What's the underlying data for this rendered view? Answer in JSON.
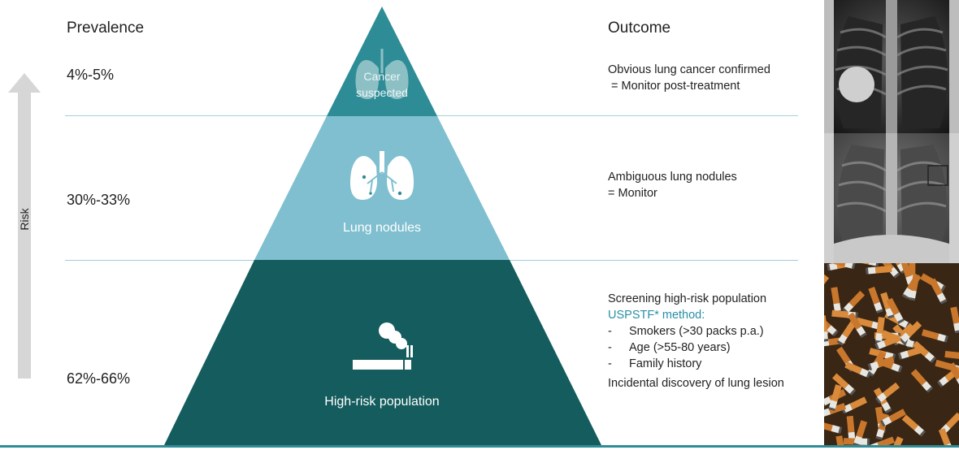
{
  "headers": {
    "prevalence": "Prevalence",
    "outcome": "Outcome"
  },
  "risk_axis": {
    "label": "Risk"
  },
  "tiers": [
    {
      "prevalence": "4%-5%",
      "label_line1": "Cancer",
      "label_line2": "suspected",
      "icon": "lungs-icon",
      "color": "#2e8c96"
    },
    {
      "prevalence": "30%-33%",
      "label": "Lung nodules",
      "icon": "lungs-icon",
      "color": "#7fbfcf"
    },
    {
      "prevalence": "62%-66%",
      "label": "High-risk population",
      "icon": "cigarette-icon",
      "color": "#145c5d"
    }
  ],
  "outcomes": {
    "top": {
      "line1": "Obvious lung cancer confirmed",
      "line2": " = Monitor post-treatment"
    },
    "middle": {
      "line1": "Ambiguous lung nodules",
      "line2": "= Monitor"
    },
    "bottom": {
      "line1": "Screening high-risk population",
      "method": "USPSTF* method:",
      "bullets": [
        "Smokers (>30 packs p.a.)",
        "Age (>55-80 years)",
        "Family history"
      ],
      "bullet_char": "-",
      "last": "Incidental discovery of lung lesion"
    }
  },
  "images": [
    {
      "name": "chest-xray-tumor-image",
      "desc": "chest x-ray"
    },
    {
      "name": "chest-xray-nodule-image",
      "desc": "chest x-ray"
    },
    {
      "name": "cigarette-butts-image",
      "desc": "cigarette butts"
    }
  ],
  "colors": {
    "divider": "#9fcfdc",
    "arrow": "#d6d6d6",
    "bottom_line": "#2e8c96"
  }
}
